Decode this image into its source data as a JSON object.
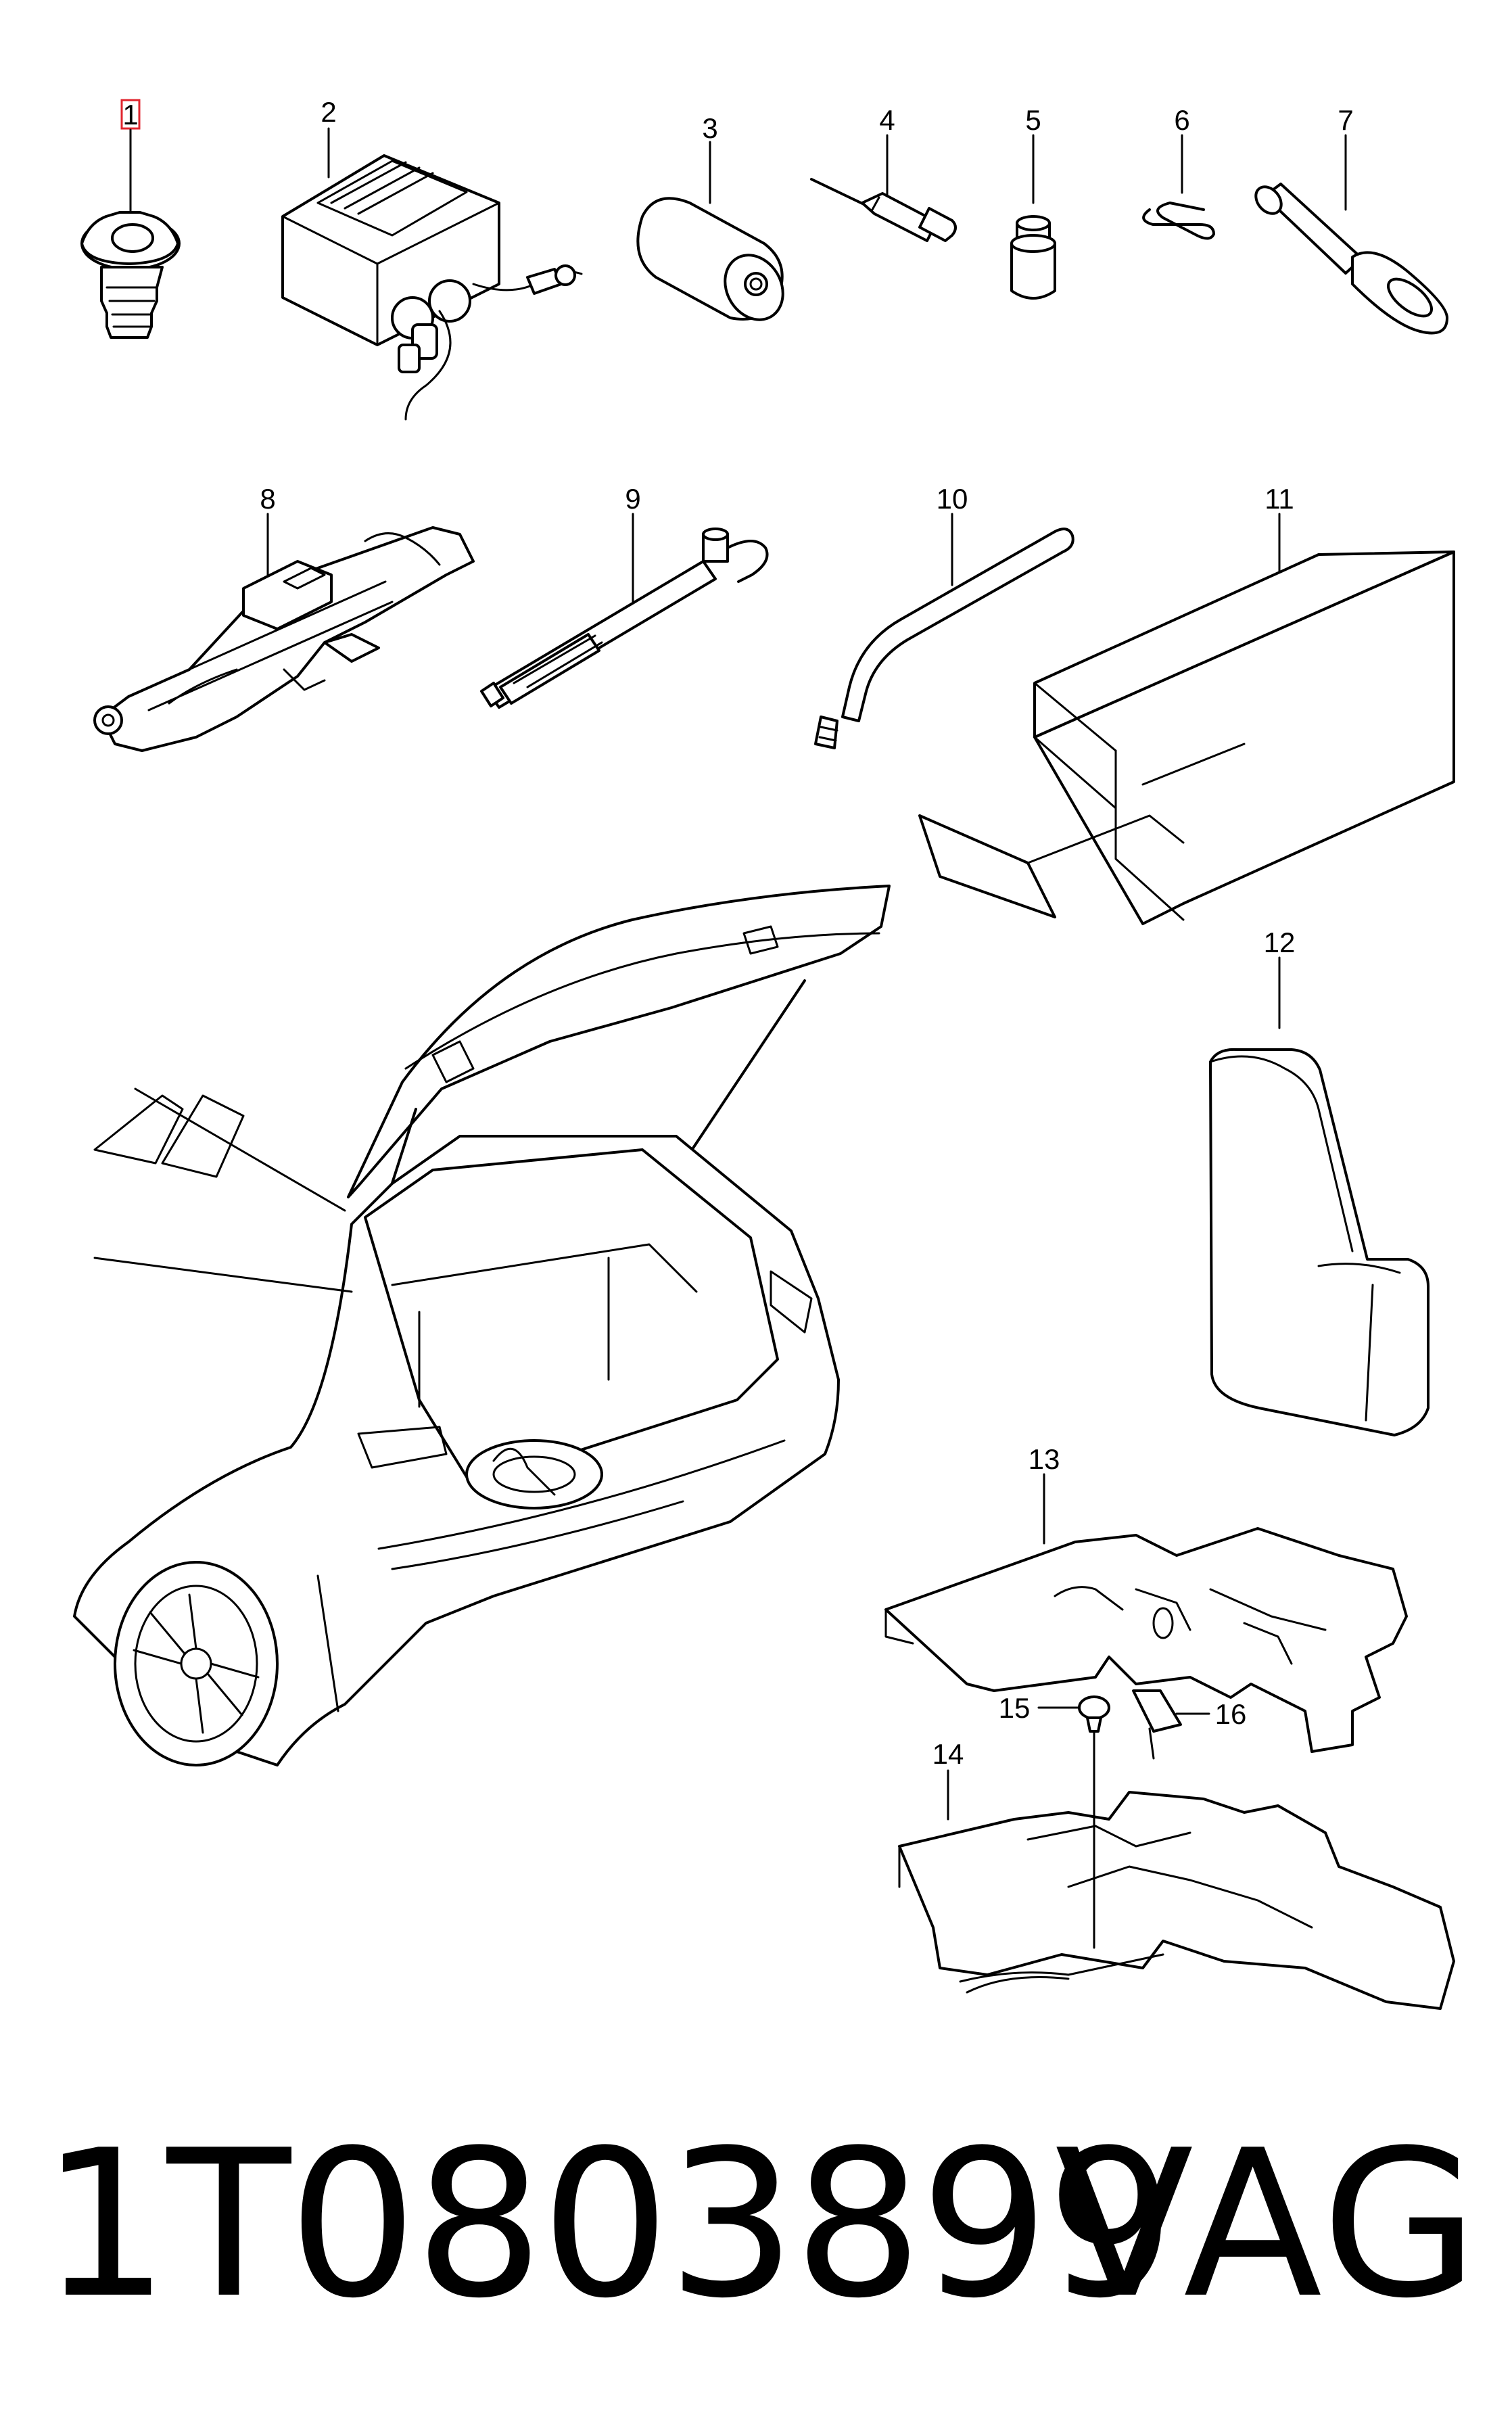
{
  "callouts": {
    "c1": "1",
    "c2": "2",
    "c3": "3",
    "c4": "4",
    "c5": "5",
    "c6": "6",
    "c7": "7",
    "c8": "8",
    "c9": "9",
    "c10": "10",
    "c11": "11",
    "c12": "12",
    "c13": "13",
    "c14": "14",
    "c15": "15",
    "c16": "16"
  },
  "footer": {
    "part_number": "1T0803899",
    "brand": "VAG"
  },
  "colors": {
    "line": "#000000",
    "background": "#ffffff",
    "highlight": "#e0262f"
  }
}
